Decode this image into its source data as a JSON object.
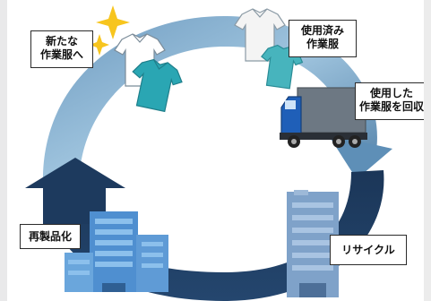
{
  "labels": {
    "new_uniform": [
      "新たな",
      "作業服へ"
    ],
    "used_uniform": [
      "使用済み",
      "作業服"
    ],
    "collect": [
      "使用した",
      "作業服を回収"
    ],
    "remanufacture": [
      "再製品化"
    ],
    "recycle": [
      "リサイクル"
    ]
  },
  "colors": {
    "arc_light": "#8fb9d6",
    "arc_mid": "#5b8db4",
    "arc_dark": "#1e3a5c",
    "building": "#4f8fd0",
    "sparkle": "#f7c51e",
    "shirt_teal": "#2aa6b3",
    "truck_cab": "#1f5fb8"
  },
  "icons": [
    "sparkle-icon",
    "white-shirt-icon",
    "teal-shirt-icon",
    "truck-icon",
    "building-icon",
    "factory-tower-icon"
  ]
}
